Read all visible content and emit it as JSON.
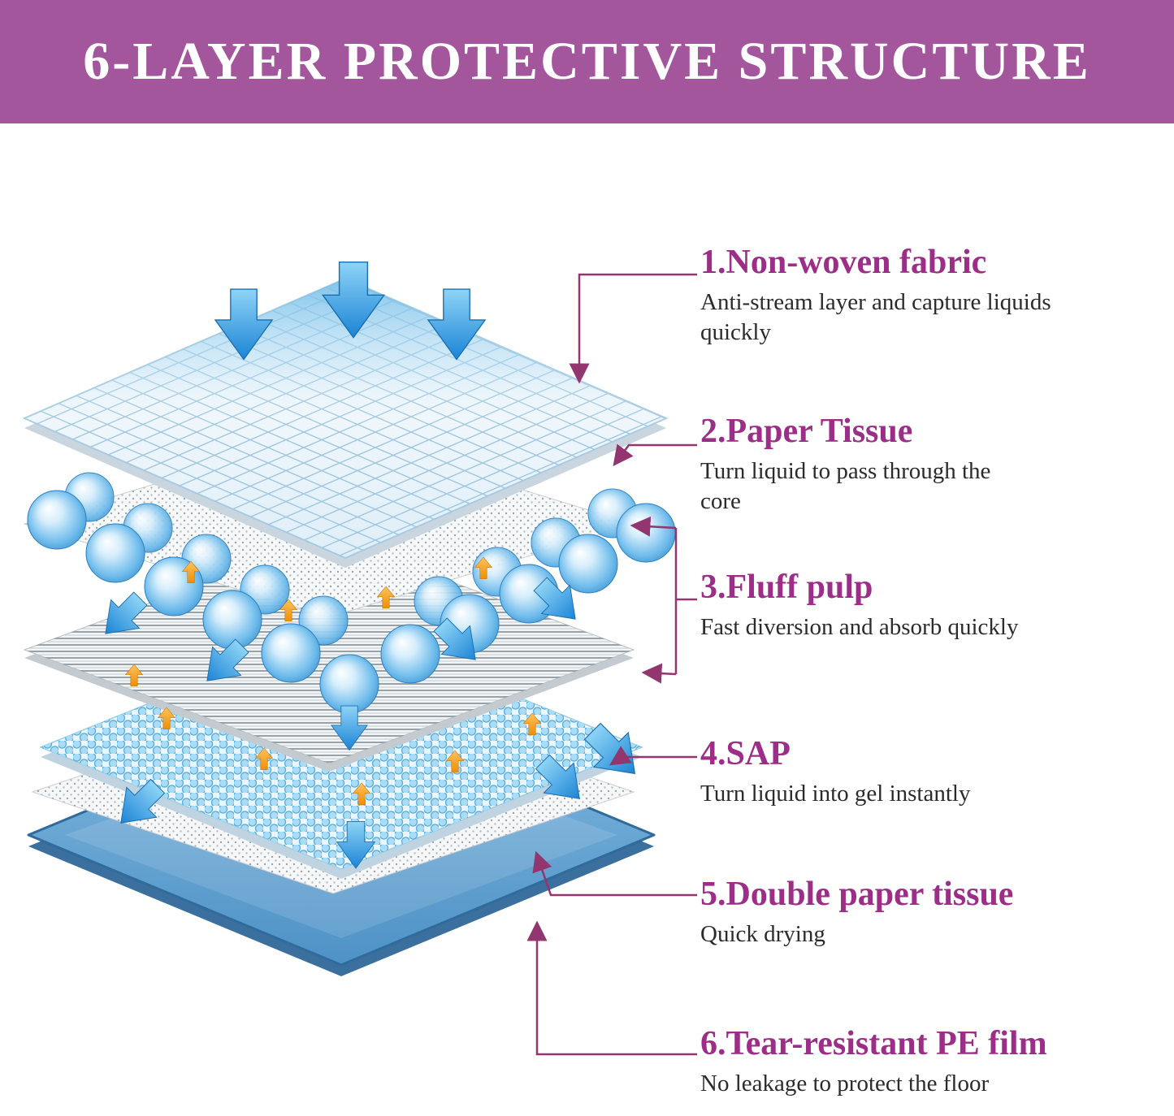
{
  "header": {
    "title": "6-LAYER PROTECTIVE STRUCTURE"
  },
  "colors": {
    "banner": "#a4569d",
    "accent": "#9c2e87",
    "connector": "#93356f",
    "text": "#2b2b2b",
    "film_blue": "#4e92c6",
    "arrow_blue": "#1b84d6",
    "arrow_orange": "#ef8f05"
  },
  "icons": {
    "liquid_down_arrow": "blue arrow pointing down into pad",
    "spread_arrow": "blue chevron arrow showing liquid spreading",
    "absorb_arrow": "orange arrow showing absorption",
    "sap_beads": "blue gel beads",
    "mesh": "dotted tissue sheet",
    "quilt": "quilted non-woven top sheet"
  },
  "layers": [
    {
      "title": "1.Non-woven fabric",
      "description": "Anti-stream layer and capture liquids quickly"
    },
    {
      "title": "2.Paper Tissue",
      "description": "Turn liquid to pass through the core"
    },
    {
      "title": "3.Fluff  pulp",
      "description": "Fast diversion and absorb quickly"
    },
    {
      "title": "4.SAP",
      "description": "Turn liquid into gel instantly"
    },
    {
      "title": "5.Double paper tissue",
      "description": "Quick drying"
    },
    {
      "title": "6.Tear-resistant PE film",
      "description": "No leakage to protect the floor"
    }
  ]
}
